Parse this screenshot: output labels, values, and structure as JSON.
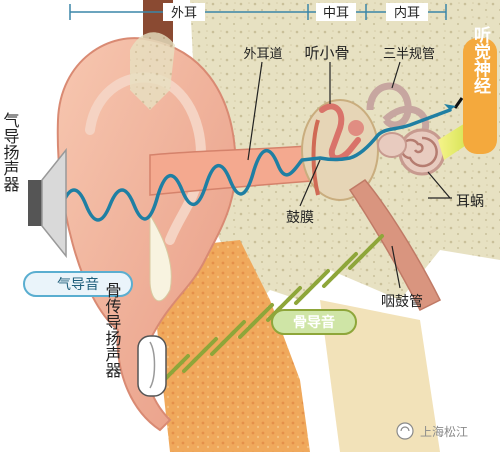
{
  "regions": {
    "outer": "外耳",
    "middle": "中耳",
    "inner": "内耳"
  },
  "labels": {
    "ear_canal": "外耳道",
    "ossicles": "听小骨",
    "semicircular": "三半规管",
    "eardrum": "鼓膜",
    "cochlea": "耳蜗",
    "eustachian": "咽鼓管",
    "auditory_nerve": "听觉神经"
  },
  "badges": {
    "air_conduction": "气导音",
    "bone_conduction": "骨导音"
  },
  "speakers": {
    "air": "气导扬声器",
    "bone": "骨传导扬声器"
  },
  "watermark": "上海松江",
  "colors": {
    "air_wave": "#1f7fa3",
    "bone_wave": "#8ea63a",
    "nerve_box": "#f4a93d",
    "air_badge_border": "#5aaed0",
    "bone_badge_bg": "#cfe5a6",
    "ear_skin": "#f0b19a"
  }
}
